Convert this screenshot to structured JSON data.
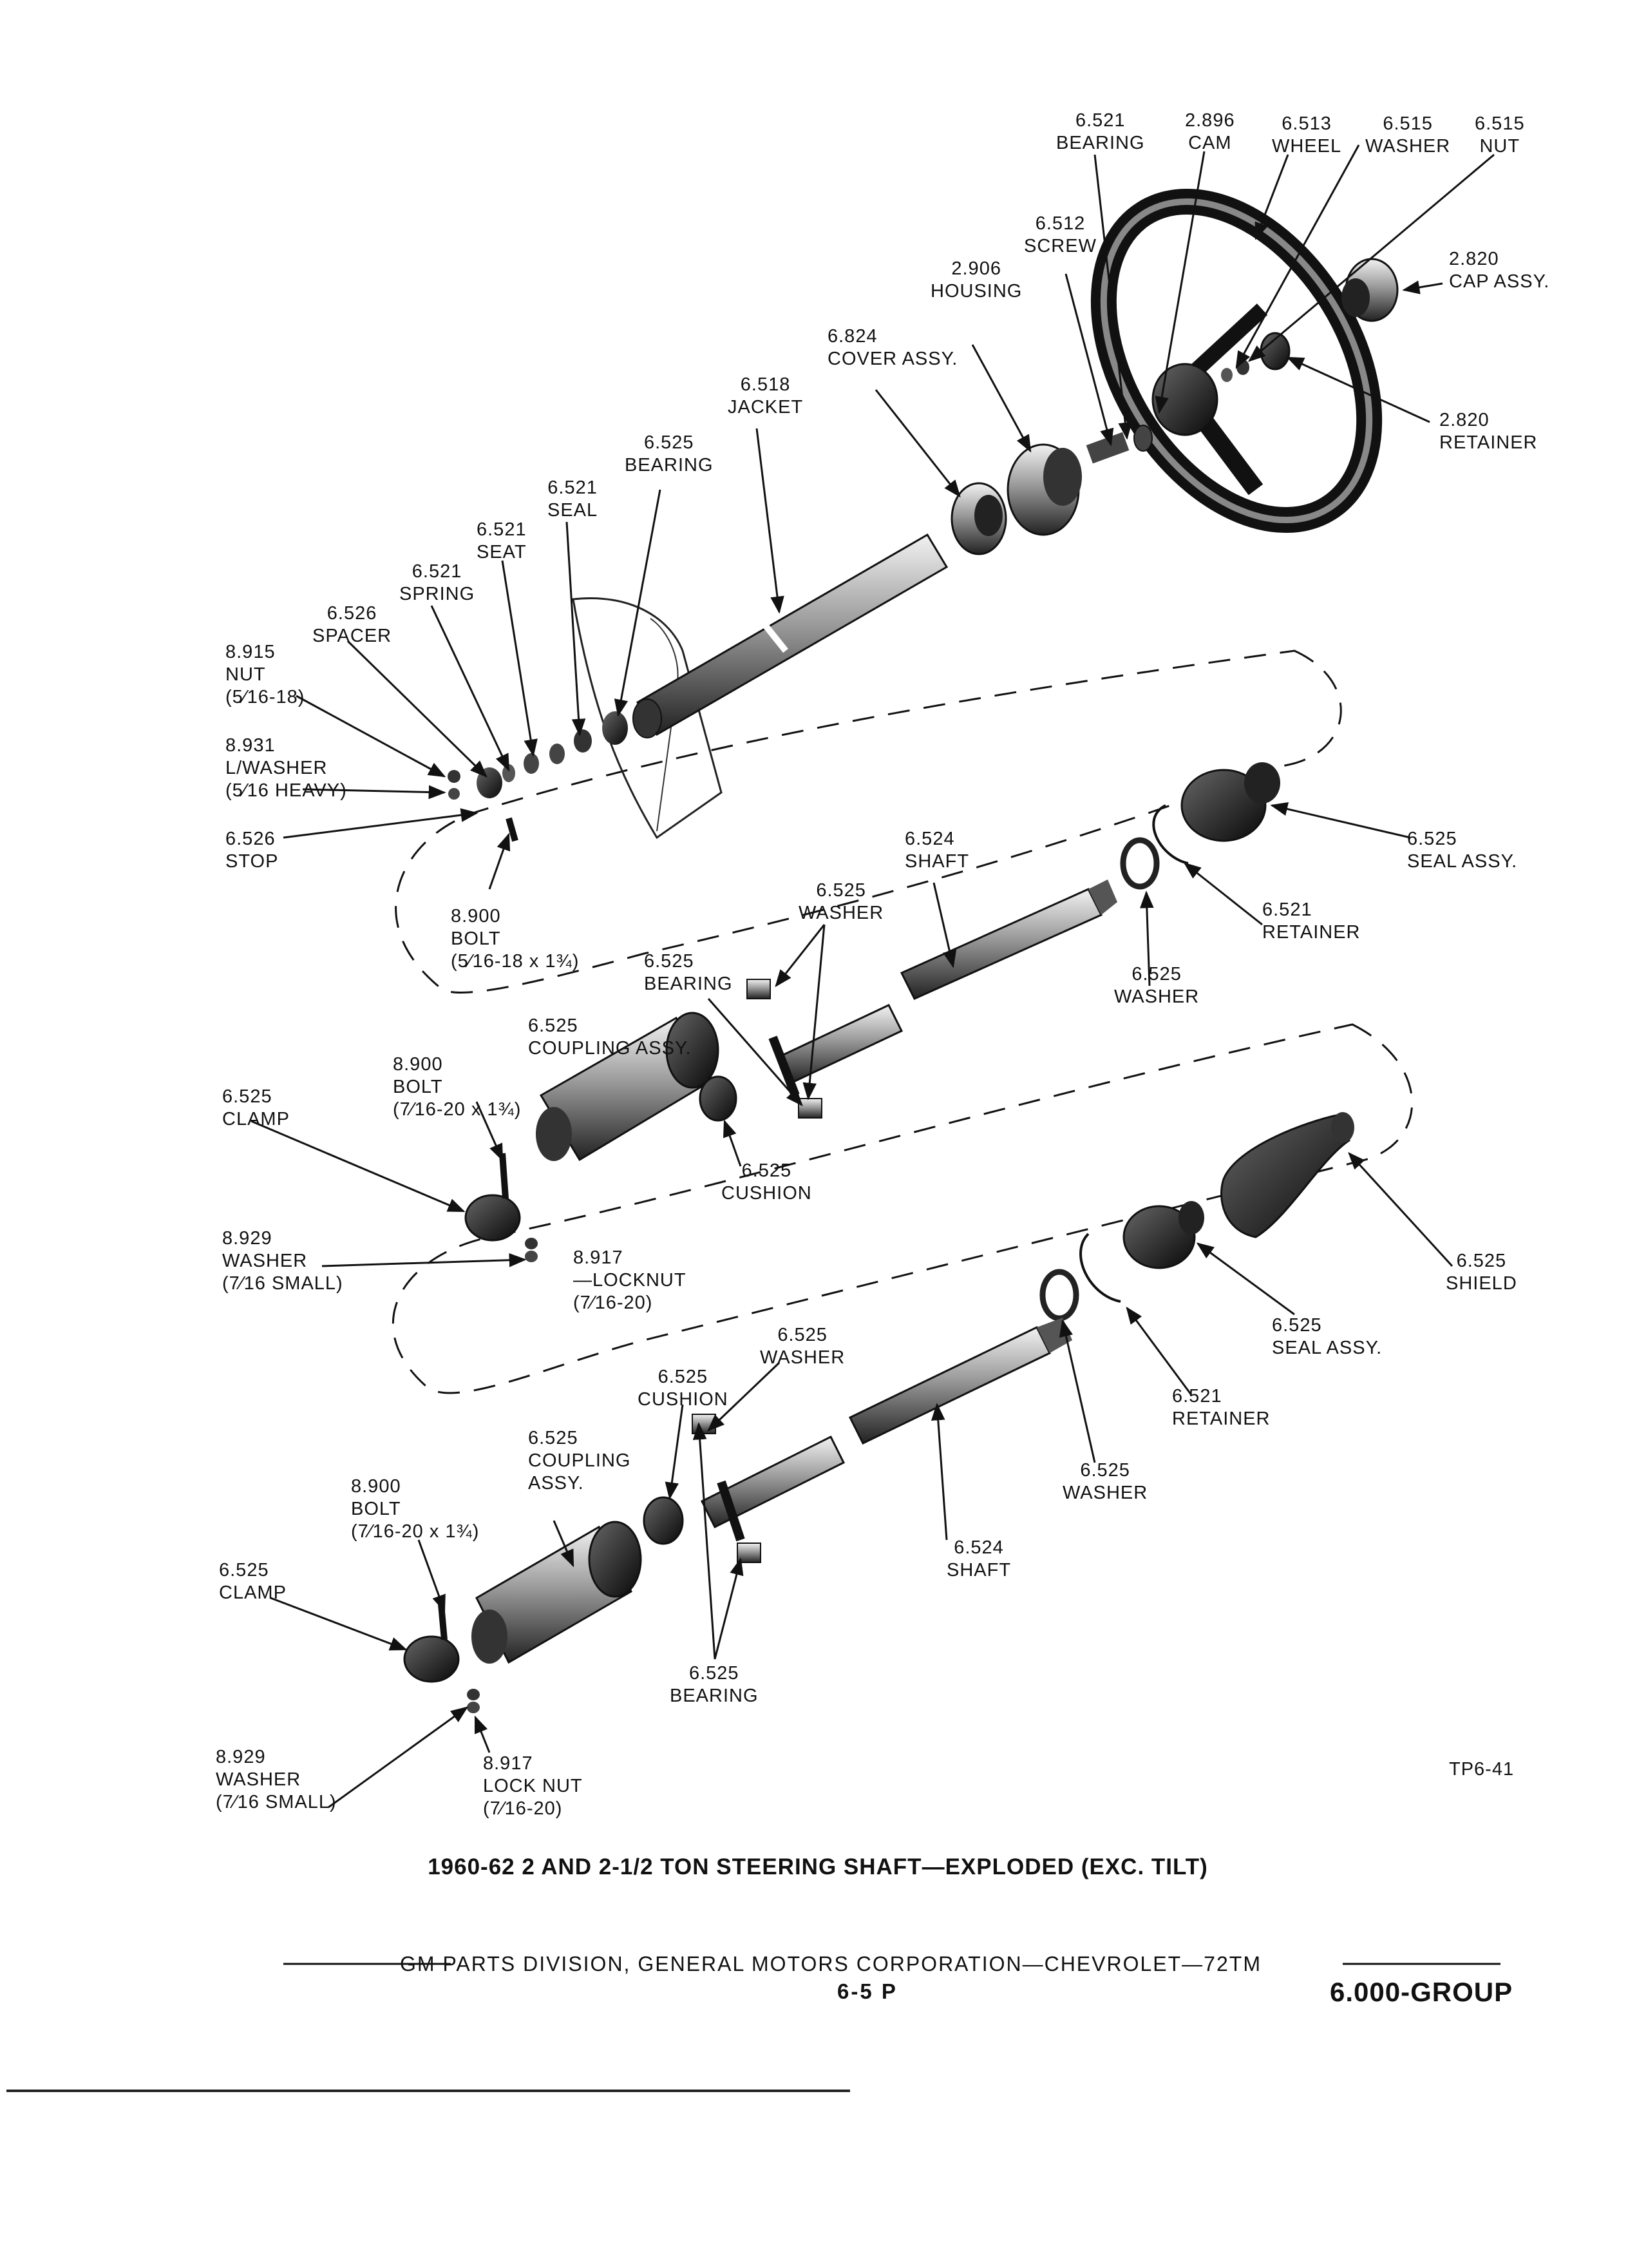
{
  "labels": {
    "bearing_6521": [
      "6.521",
      "BEARING"
    ],
    "cam_2896": [
      "2.896",
      "CAM"
    ],
    "wheel_6513": [
      "6.513",
      "WHEEL"
    ],
    "washer_6515": [
      "6.515",
      "WASHER"
    ],
    "nut_6515": [
      "6.515",
      "NUT"
    ],
    "screw_6512": [
      "6.512",
      "SCREW"
    ],
    "cap_2820": [
      "2.820",
      "CAP ASSY."
    ],
    "housing_2906": [
      "2.906",
      "HOUSING"
    ],
    "cover_6824": [
      "6.824",
      "COVER ASSY."
    ],
    "jacket_6518": [
      "6.518",
      "JACKET"
    ],
    "retainer_2820": [
      "2.820",
      "RETAINER"
    ],
    "bearing_6525": [
      "6.525",
      "BEARING"
    ],
    "seal_6521": [
      "6.521",
      "SEAL"
    ],
    "seat_6521": [
      "6.521",
      "SEAT"
    ],
    "spring_6521": [
      "6.521",
      "SPRING"
    ],
    "spacer_6526": [
      "6.526",
      "SPACER"
    ],
    "nut_8915": [
      "8.915",
      "NUT",
      "(5⁄16-18)"
    ],
    "lwasher_8931": [
      "8.931",
      "L/WASHER",
      "(5⁄16 HEAVY)"
    ],
    "stop_6526": [
      "6.526",
      "STOP"
    ],
    "bolt_8900_a": [
      "8.900",
      "BOLT",
      "(5⁄16-18 x 1¾)"
    ],
    "seal_assy_6525_a": [
      "6.525",
      "SEAL ASSY."
    ],
    "shaft_6524_a": [
      "6.524",
      "SHAFT"
    ],
    "washer_6525_a": [
      "6.525",
      "WASHER"
    ],
    "retainer_6521_a": [
      "6.521",
      "RETAINER"
    ],
    "bearing_6525_b": [
      "6.525",
      "BEARING"
    ],
    "washer_6525_b": [
      "6.525",
      "WASHER"
    ],
    "coupling_6525_a": [
      "6.525",
      "COUPLING ASSY."
    ],
    "bolt_8900_b": [
      "8.900",
      "BOLT",
      "(7⁄16-20 x 1¾)"
    ],
    "clamp_6525_a": [
      "6.525",
      "CLAMP"
    ],
    "cushion_6525_a": [
      "6.525",
      "CUSHION"
    ],
    "washer_8929_a": [
      "8.929",
      "WASHER",
      "(7⁄16 SMALL)"
    ],
    "locknut_8917_a": [
      "8.917",
      "—LOCKNUT",
      "(7⁄16-20)"
    ],
    "shield_6525": [
      "6.525",
      "SHIELD"
    ],
    "seal_assy_6525_b": [
      "6.525",
      "SEAL ASSY."
    ],
    "washer_6525_c": [
      "6.525",
      "WASHER"
    ],
    "cushion_6525_b": [
      "6.525",
      "CUSHION"
    ],
    "retainer_6521_b": [
      "6.521",
      "RETAINER"
    ],
    "coupling_6525_b": [
      "6.525",
      "COUPLING",
      "ASSY."
    ],
    "washer_6525_d": [
      "6.525",
      "WASHER"
    ],
    "bolt_8900_c": [
      "8.900",
      "BOLT",
      "(7⁄16-20 x 1¾)"
    ],
    "shaft_6524_b": [
      "6.524",
      "SHAFT"
    ],
    "clamp_6525_b": [
      "6.525",
      "CLAMP"
    ],
    "bearing_6525_c": [
      "6.525",
      "BEARING"
    ],
    "washer_8929_b": [
      "8.929",
      "WASHER",
      "(7⁄16 SMALL)"
    ],
    "locknut_8917_b": [
      "8.917",
      "LOCK NUT",
      "(7⁄16-20)"
    ]
  },
  "figure_code": "TP6-41",
  "caption": "1960-62 2 AND 2-1/2 TON STEERING SHAFT—EXPLODED (EXC. TILT)",
  "footer": {
    "publisher": "GM PARTS DIVISION, GENERAL MOTORS CORPORATION—CHEVROLET—72TM",
    "page": "6-5  P",
    "group": "6.000-GROUP"
  }
}
